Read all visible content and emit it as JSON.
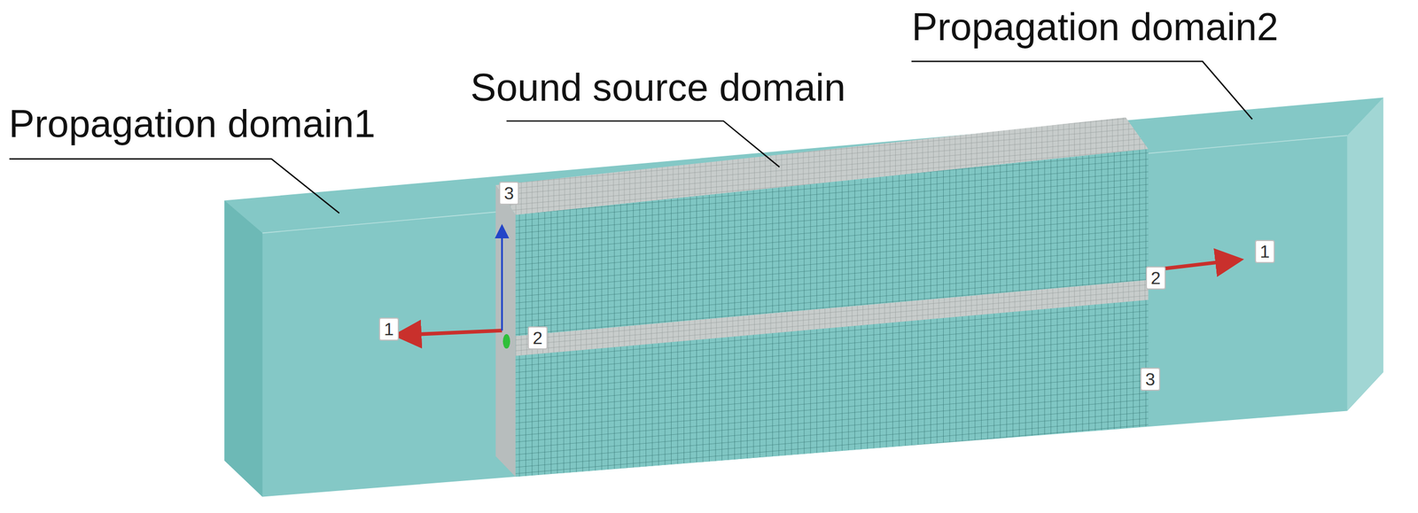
{
  "diagram": {
    "labels": [
      "Propagation domain2",
      "Sound source domain",
      "Propagation domain1",
      "3",
      "1",
      "2",
      "2",
      "1",
      "3"
    ]
  }
}
